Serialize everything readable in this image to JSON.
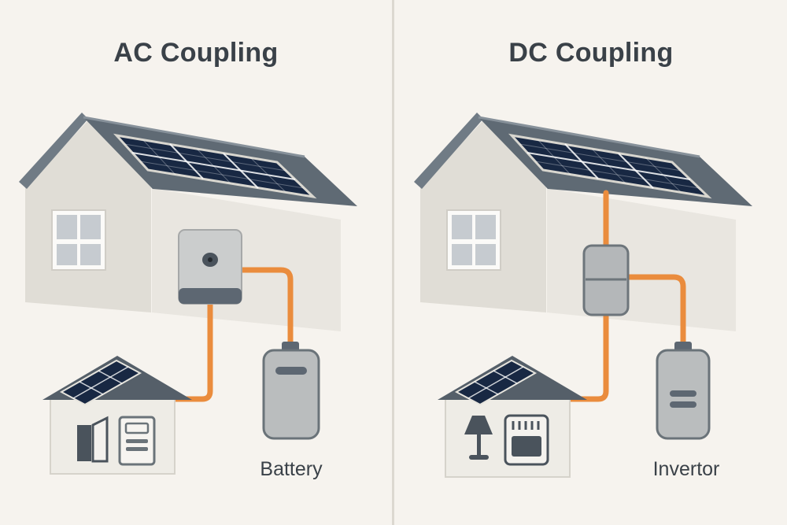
{
  "page": {
    "background": "#f6f3ee",
    "divider_color": "#dcd8d0",
    "text_color": "#3a4148"
  },
  "colors": {
    "cable_orange": "#ea8c3d",
    "roof_gray": "#5f6a74",
    "solar_panel_navy": "#182843",
    "wall_cream": "#e0ddd6",
    "device_gray": "#babdbe",
    "device_dark_band": "#5d6772"
  },
  "panels": [
    {
      "title": "AC Coupling",
      "device_label": "Battery",
      "elements": [
        "house",
        "rooftop-solar-panel",
        "wall-inverter",
        "orange-cables",
        "small-house-with-appliances",
        "battery"
      ]
    },
    {
      "title": "DC Coupling",
      "device_label": "Invertor",
      "elements": [
        "house",
        "rooftop-solar-panel",
        "wall-charge-controller",
        "orange-cables",
        "small-house-with-lamp-and-oven",
        "invertor"
      ]
    }
  ]
}
